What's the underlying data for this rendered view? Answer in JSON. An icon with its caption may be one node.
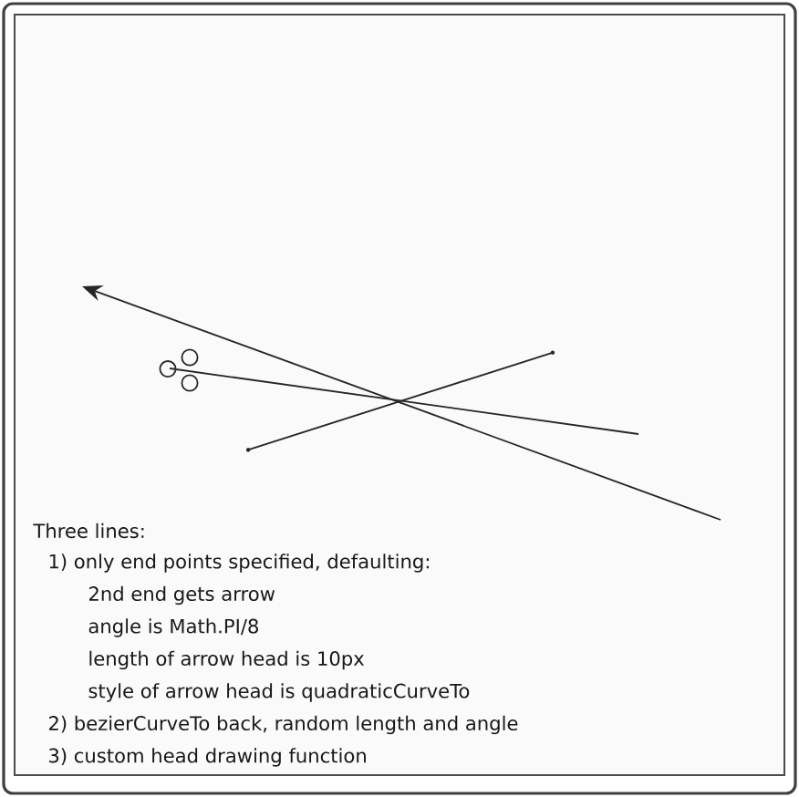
{
  "diagram": {
    "labels": [
      "Three lines:",
      "1) only end points specified, defaulting:",
      "2nd end gets arrow",
      "angle is Math.PI/8",
      "length of arrow head is 10px",
      "style of arrow head is quadraticCurveTo",
      "2) bezierCurveTo back, random length and angle",
      "3) custom head drawing function"
    ]
  }
}
